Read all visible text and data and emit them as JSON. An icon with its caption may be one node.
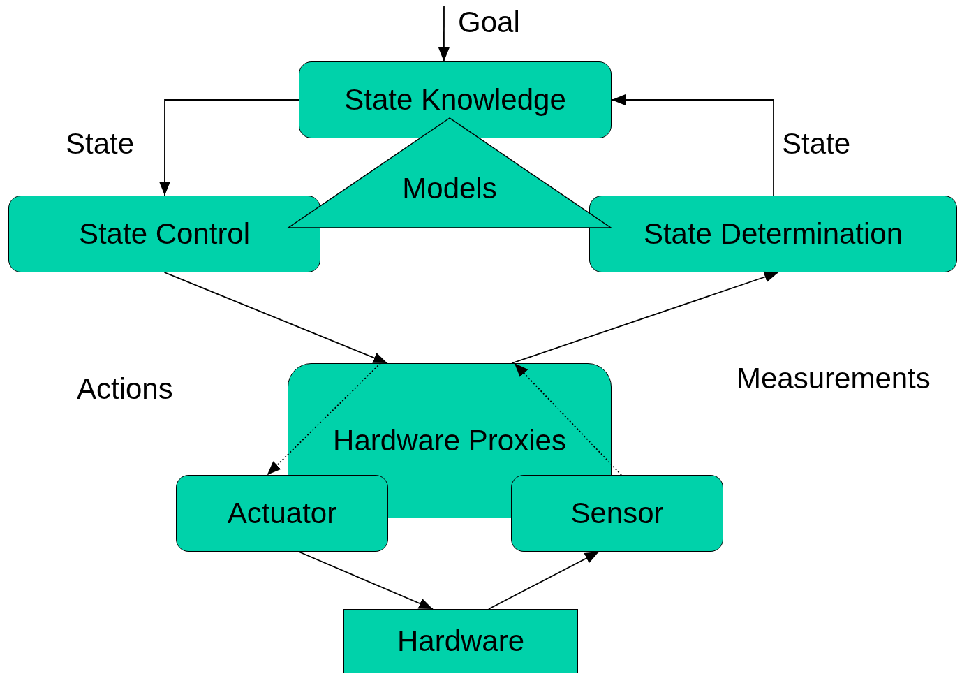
{
  "diagram": {
    "nodes": [
      {
        "text": [
          "State Knowledge"
        ]
      },
      {
        "text": [
          "Models"
        ]
      },
      {
        "text": [
          "State Control"
        ]
      },
      {
        "text": [
          "State Determination"
        ]
      },
      {
        "text": [
          "Hardware Proxies"
        ]
      },
      {
        "text": [
          "Actuator"
        ]
      },
      {
        "text": [
          "Sensor"
        ]
      },
      {
        "text": [
          "Hardware"
        ]
      }
    ],
    "edges": [
      {
        "from": null,
        "to": 0,
        "arrow": "to",
        "label": "Goal"
      },
      {
        "from": 0,
        "to": 2,
        "arrow": "to",
        "label": "State"
      },
      {
        "from": 3,
        "to": 0,
        "arrow": "to",
        "label": "State"
      },
      {
        "from": 2,
        "to": 4,
        "arrow": "to"
      },
      {
        "from": 4,
        "to": 3,
        "arrow": "to"
      },
      {
        "from": 4,
        "to": 5,
        "arrow": "to",
        "style": "dashed"
      },
      {
        "from": 6,
        "to": 4,
        "arrow": "to",
        "style": "dashed"
      },
      {
        "from": 5,
        "to": 7,
        "arrow": "to"
      },
      {
        "from": 7,
        "to": 6,
        "arrow": "to"
      }
    ],
    "labels": [
      "Actions",
      "Measurements"
    ]
  }
}
